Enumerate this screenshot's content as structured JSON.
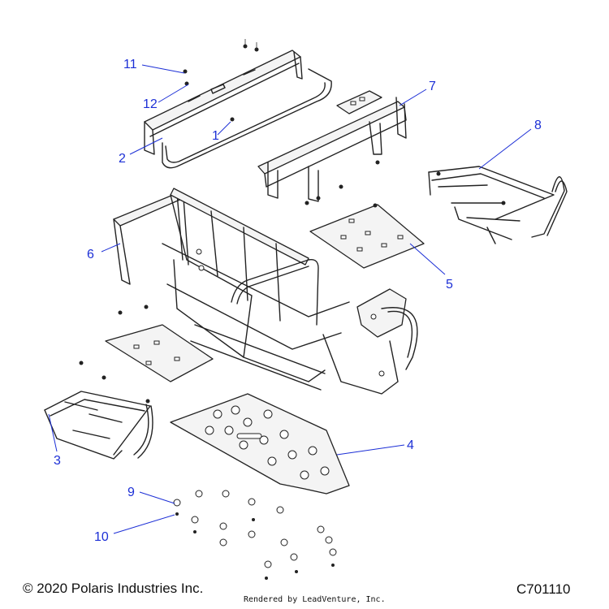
{
  "callouts": [
    {
      "id": "1",
      "label": "1"
    },
    {
      "id": "2",
      "label": "2"
    },
    {
      "id": "3",
      "label": "3"
    },
    {
      "id": "4",
      "label": "4"
    },
    {
      "id": "5",
      "label": "5"
    },
    {
      "id": "6",
      "label": "6"
    },
    {
      "id": "7",
      "label": "7"
    },
    {
      "id": "8",
      "label": "8"
    },
    {
      "id": "9",
      "label": "9"
    },
    {
      "id": "10",
      "label": "10"
    },
    {
      "id": "11",
      "label": "11"
    },
    {
      "id": "12",
      "label": "12"
    }
  ],
  "footer": {
    "copyright": "© 2020 Polaris Industries Inc.",
    "rendered_by": "Rendered by LeadVenture, Inc.",
    "diagram_code": "C701110"
  },
  "colors": {
    "callout": "#1c2fd6",
    "line": "#222222"
  }
}
